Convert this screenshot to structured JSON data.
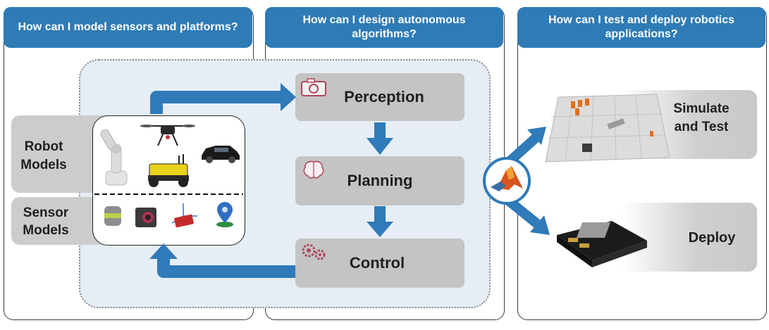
{
  "panels": {
    "model": {
      "title": "How can I model sensors and platforms?"
    },
    "design": {
      "title": "How can I design autonomous algorithms?"
    },
    "deploy": {
      "title": "How can I test and deploy robotics applications?"
    }
  },
  "models": {
    "robot_label": "Robot Models",
    "sensor_label": "Sensor Models"
  },
  "stages": {
    "perception": "Perception",
    "planning": "Planning",
    "control": "Control"
  },
  "outcomes": {
    "simulate": "Simulate and Test",
    "deploy": "Deploy"
  },
  "icons": {
    "perception": "camera-icon",
    "planning": "brain-icon",
    "control": "gears-icon",
    "hub": "matlab-logo-icon"
  },
  "colors": {
    "header_blue": "#2e7bb6",
    "arrow_blue": "#2f7ab8",
    "stage_grey": "#c4c4c4",
    "shade_blue": "#e6edf5"
  }
}
